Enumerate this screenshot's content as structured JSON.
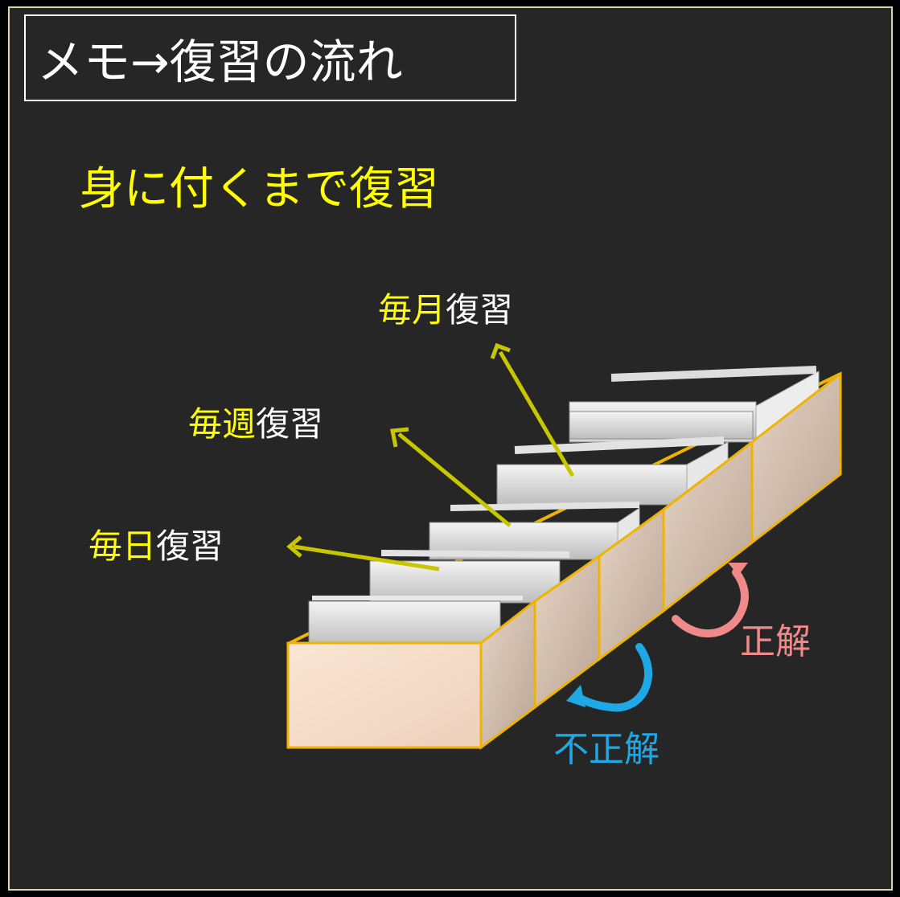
{
  "title": "メモ→復習の流れ",
  "subtitle": "身に付くまで復習",
  "labels": {
    "monthly": {
      "prefix": "毎月",
      "suffix": "復習"
    },
    "weekly": {
      "prefix": "毎週",
      "suffix": "復習"
    },
    "daily": {
      "prefix": "毎日",
      "suffix": "復習"
    },
    "correct": "正解",
    "incorrect": "不正解"
  },
  "colors": {
    "background": "#262626",
    "highlight": "#ffff00",
    "arrow": "#c8c600",
    "box_fill": "#f8e1cf",
    "box_edge": "#f0b400",
    "correct": "#f08a8a",
    "incorrect": "#1fa8e6"
  }
}
